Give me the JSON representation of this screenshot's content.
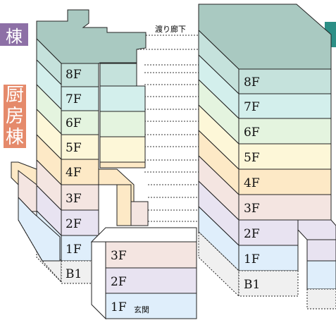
{
  "labels": {
    "left_building_tag": "棟",
    "kitchen_building": [
      "厨",
      "房",
      "棟"
    ],
    "corridor": "渡り廊下",
    "entrance": "玄関"
  },
  "left_building": {
    "floors": [
      "8F",
      "7F",
      "6F",
      "5F",
      "4F",
      "3F",
      "2F",
      "1F",
      "B1"
    ]
  },
  "right_building": {
    "floors": [
      "8F",
      "7F",
      "6F",
      "5F",
      "4F",
      "3F",
      "2F",
      "1F",
      "B1"
    ]
  },
  "annex": {
    "floors": [
      "3F",
      "2F",
      "1F"
    ]
  },
  "colors": {
    "8F": "#c5e2dc",
    "7F": "#d3efec",
    "6F": "#e4f4df",
    "5F": "#fdf7d8",
    "4F": "#fde9c6",
    "3F": "#f4e5e1",
    "2F": "#e8e3f1",
    "1F": "#dfeefb",
    "B1": "#f0f0f0",
    "roof": "#a9c9c1",
    "left_tag": "#8d70a6",
    "right_tag": "#2c8f86",
    "kitchen_tag": "#e58a6b"
  }
}
